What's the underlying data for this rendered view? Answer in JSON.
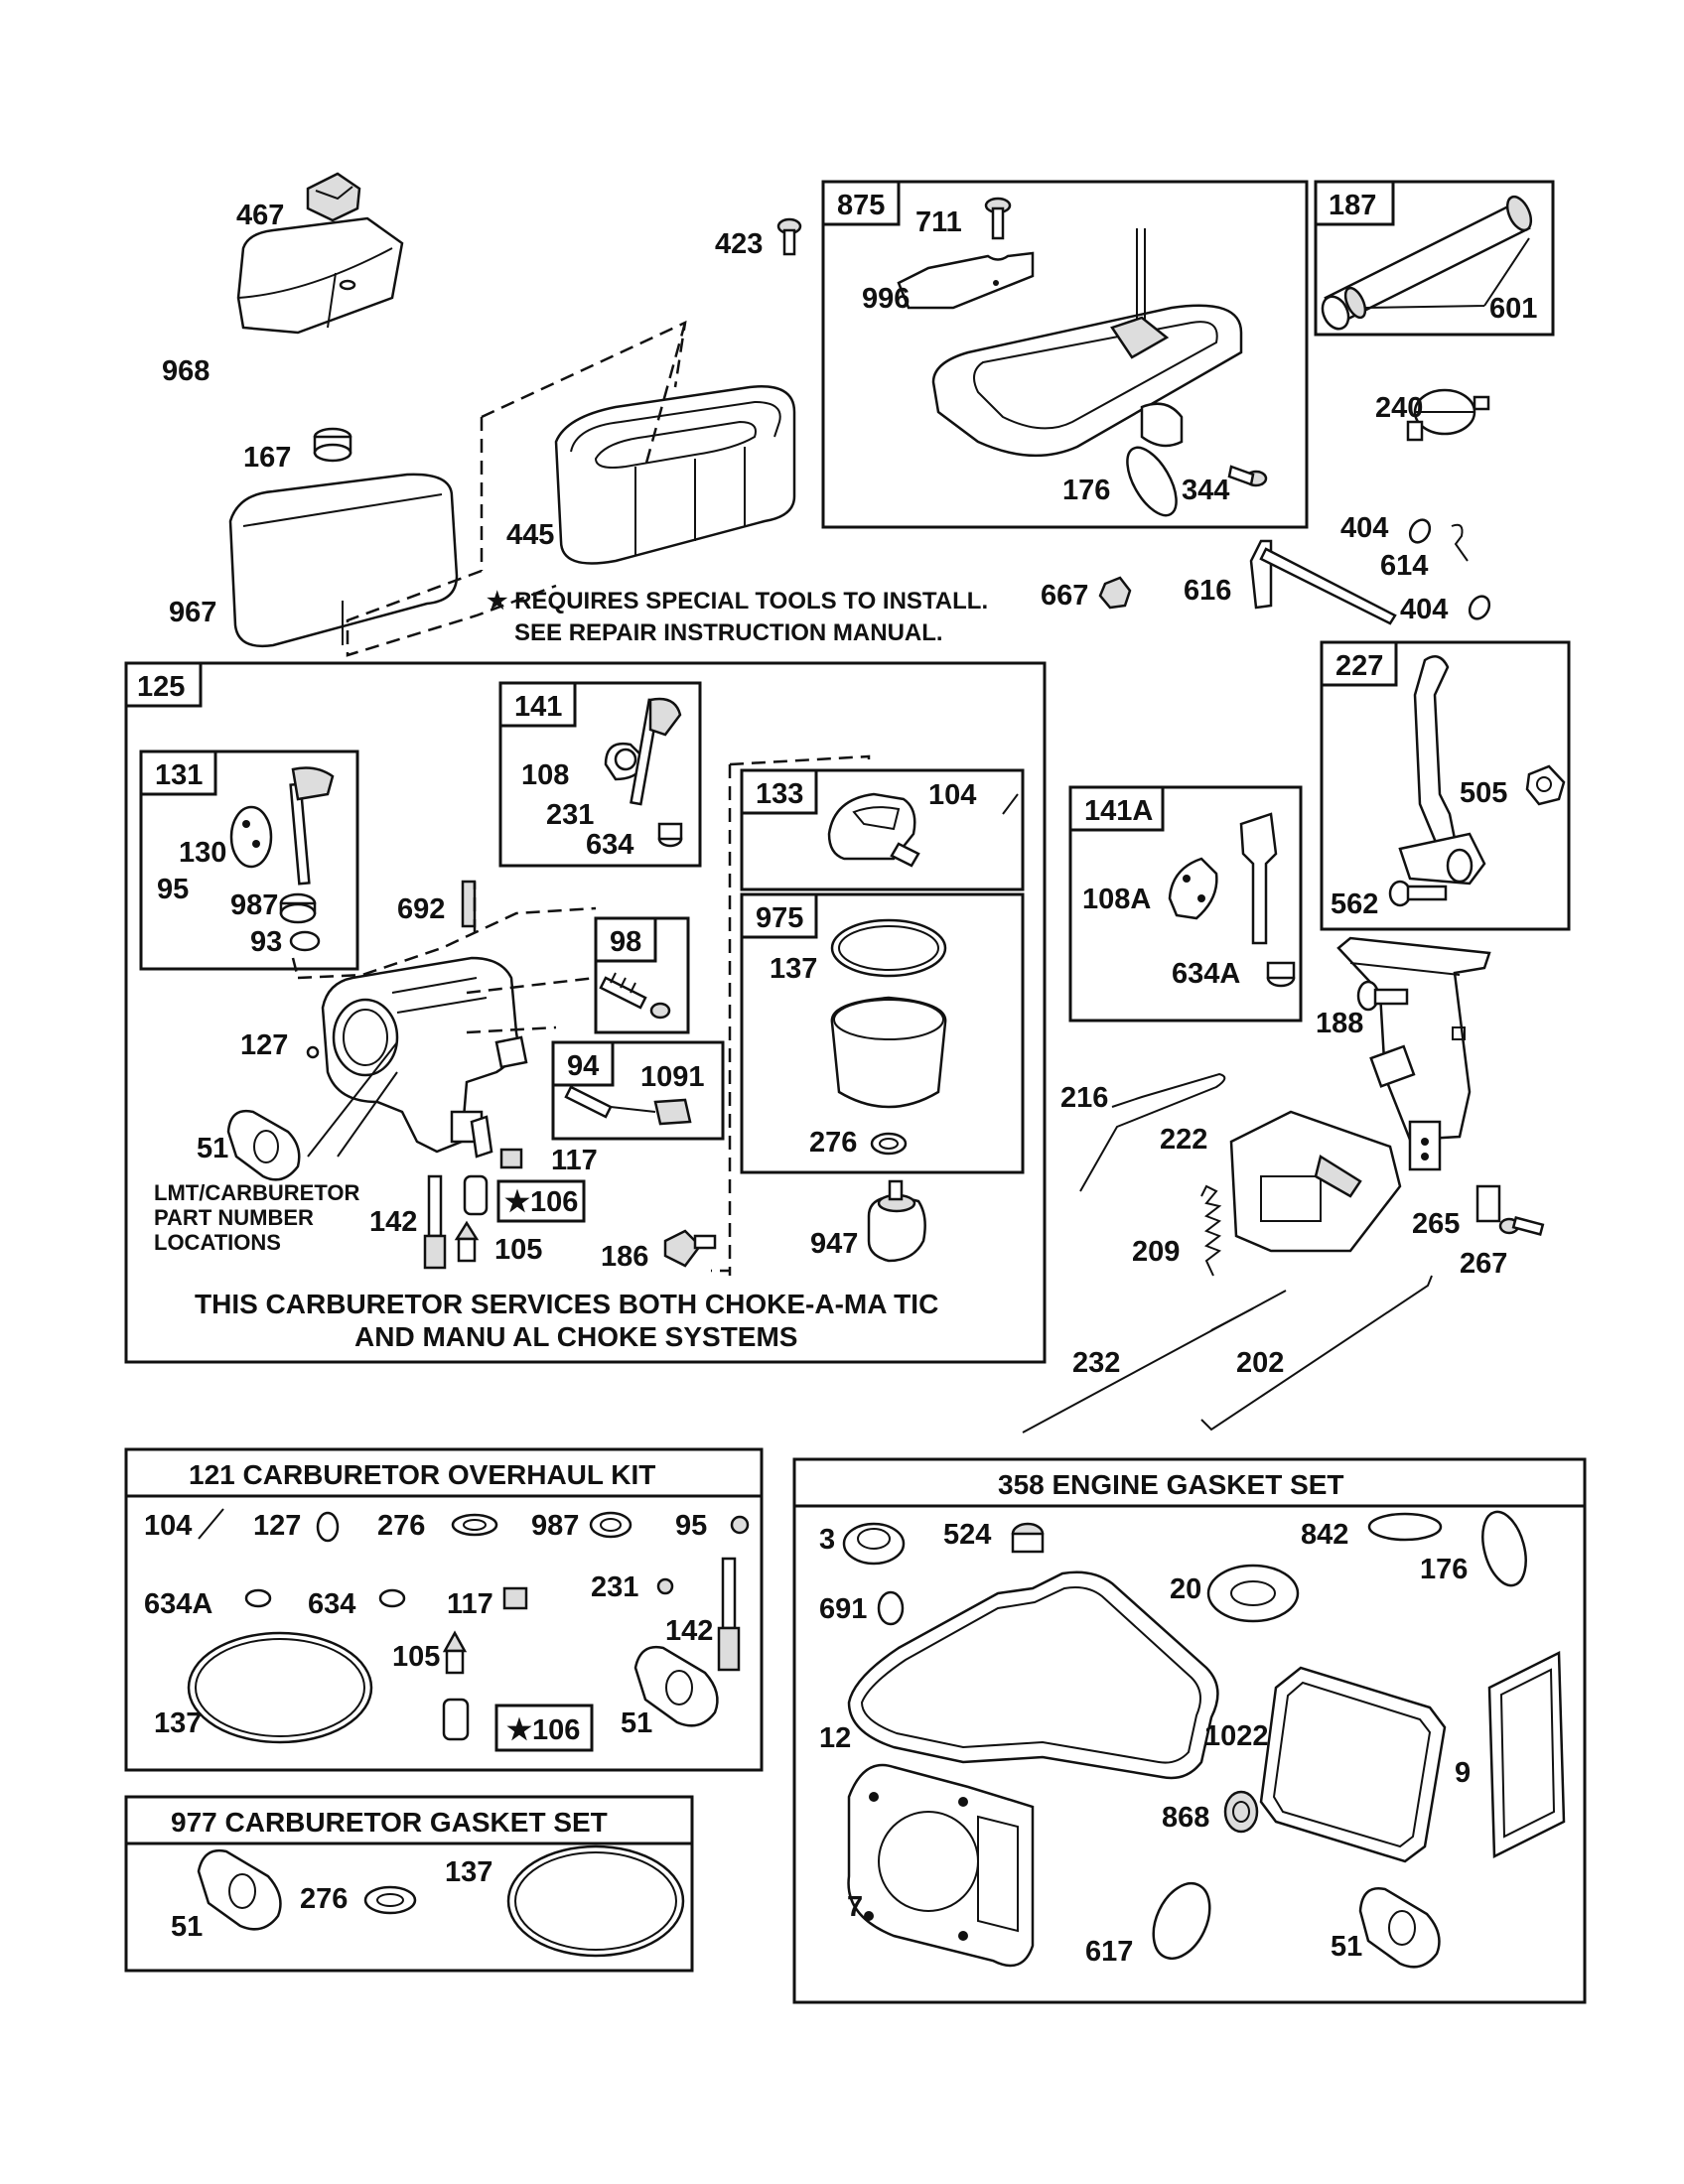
{
  "notes": {
    "special_tools_line1": "★ REQUIRES SPECIAL TOOLS TO INSTALL.",
    "special_tools_line2": "SEE REPAIR INSTRUCTION MANUAL.",
    "lmt_line1": "LMT/CARBURETOR",
    "lmt_line2": "PART NUMBER",
    "lmt_line3": "LOCATIONS",
    "carb_line1": "THIS CARBURETOR SERVICES BOTH CHOKE-A-MA TIC",
    "carb_line2": "AND MANU AL CHOKE SYSTEMS"
  },
  "boxes": {
    "b875": "875",
    "b187": "187",
    "b125": "125",
    "b141": "141",
    "b131": "131",
    "b133": "133",
    "b975": "975",
    "b98": "98",
    "b94": "94",
    "b141a": "141A",
    "b227": "227"
  },
  "kits": {
    "k121": "121 CARBURETOR OVERHAUL KIT",
    "k977": "977 CARBURETOR GASKET SET",
    "k358": "358 ENGINE GASKET SET"
  },
  "labels": {
    "p467": "467",
    "p968": "968",
    "p167": "167",
    "p967": "967",
    "p445": "445",
    "p423": "423",
    "p711": "711",
    "p996": "996",
    "p176a": "176",
    "p344": "344",
    "p601": "601",
    "p240": "240",
    "p404a": "404",
    "p614": "614",
    "p404b": "404",
    "p616": "616",
    "p667": "667",
    "p108": "108",
    "p231": "231",
    "p634": "634",
    "p130": "130",
    "p95": "95",
    "p987": "987",
    "p93": "93",
    "p692": "692",
    "p104": "104",
    "p137": "137",
    "p276": "276",
    "p947": "947",
    "p1091": "1091",
    "p127": "127",
    "p51": "51",
    "p117": "117",
    "p106": "★106",
    "p142": "142",
    "p105": "105",
    "p186": "186",
    "p108a": "108A",
    "p634a": "634A",
    "p505": "505",
    "p562": "562",
    "p188": "188",
    "p216": "216",
    "p222": "222",
    "p209": "209",
    "p265": "265",
    "p267": "267",
    "p232": "232",
    "p202": "202",
    "k104": "104",
    "k127": "127",
    "k276": "276",
    "k987": "987",
    "k95": "95",
    "k634a": "634A",
    "k634": "634",
    "k117": "117",
    "k231": "231",
    "k142": "142",
    "k105": "105",
    "k137": "137",
    "k106": "★106",
    "k51": "51",
    "g51": "51",
    "g276": "276",
    "g137": "137",
    "e3": "3",
    "e524": "524",
    "e842": "842",
    "e176": "176",
    "e691": "691",
    "e20": "20",
    "e12": "12",
    "e1022": "1022",
    "e9": "9",
    "e868": "868",
    "e7": "7",
    "e617": "617",
    "e51": "51"
  }
}
